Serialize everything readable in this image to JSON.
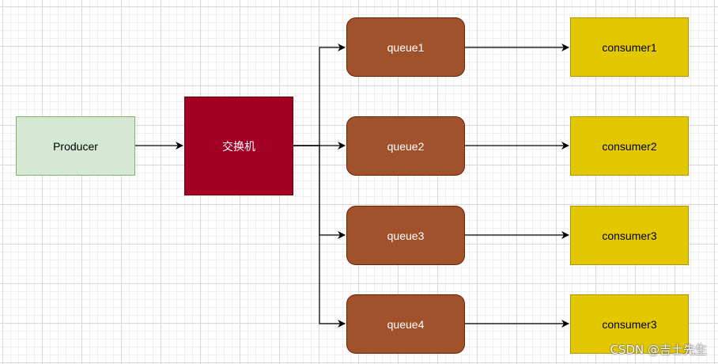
{
  "diagram": {
    "producer": {
      "label": "Producer"
    },
    "exchange": {
      "label": "交换机"
    },
    "queues": [
      {
        "label": "queue1"
      },
      {
        "label": "queue2"
      },
      {
        "label": "queue3"
      },
      {
        "label": "queue4"
      }
    ],
    "consumers": [
      {
        "label": "consumer1"
      },
      {
        "label": "consumer2"
      },
      {
        "label": "consumer3"
      },
      {
        "label": "consumer3"
      }
    ]
  },
  "watermark": "CSDN @吉士先生",
  "colors": {
    "producer_fill": "#d5e8d4",
    "exchange_fill": "#a20025",
    "queue_fill": "#a0522d",
    "consumer_fill": "#e3c800",
    "edge": "#000000"
  }
}
